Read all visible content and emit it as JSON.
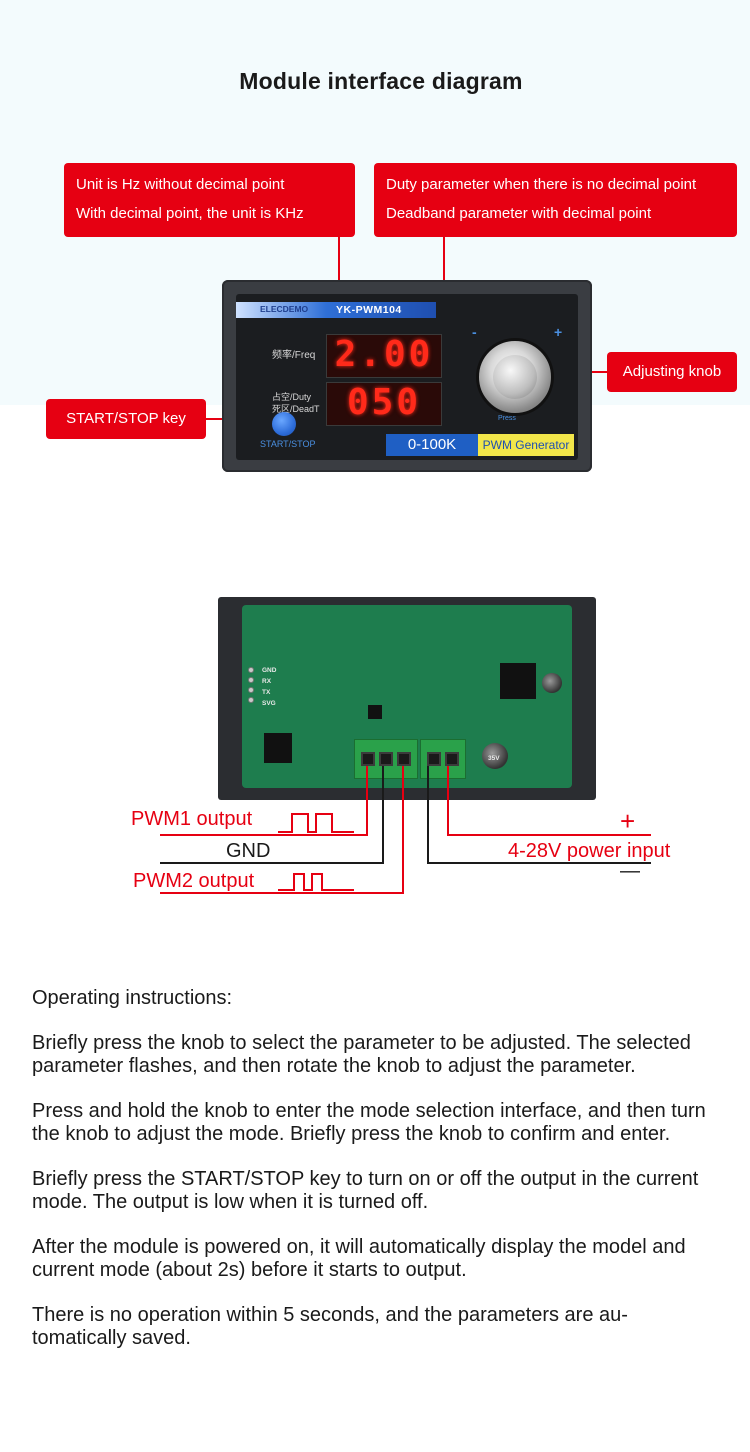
{
  "heading": "Module interface diagram",
  "callouts": {
    "freq_unit": [
      "Unit is Hz without decimal point",
      "With decimal point, the unit is KHz"
    ],
    "duty_param": [
      "Duty parameter when there is no decimal point",
      "Deadband parameter with decimal point"
    ],
    "knob": "Adjusting knob",
    "start_stop": "START/STOP key"
  },
  "module": {
    "brand": "ELECDEMO",
    "model": "YK-PWM104",
    "freq_label": "频率/Freq",
    "duty_label_1": "占空/Duty",
    "duty_label_2": "死区/DeadT",
    "freq_display": "2.00",
    "duty_display": "050",
    "knob_minus": "-",
    "knob_plus": "+",
    "press_label": "Press",
    "start_label": "START/STOP",
    "range": "0-100K",
    "product": "PWM Generator"
  },
  "pcb": {
    "silk_labels": [
      "GND",
      "RX",
      "TX",
      "SVG"
    ],
    "cap_label": "35V"
  },
  "wiring": {
    "pwm1": "PWM1 output",
    "gnd": "GND",
    "pwm2": "PWM2 output",
    "power": "4-28V power input",
    "plus": "+",
    "minus": "—"
  },
  "instructions": {
    "title": "Operating instructions:",
    "p1": "Briefly press the knob to select the parameter to be adjusted. The selected parameter flashes, and then rotate the knob to adjust the parameter.",
    "p2": "Press and hold the knob to enter the mode selection interface, and then turn the knob to adjust the mode. Briefly press the knob to confirm and enter.",
    "p3": "Briefly press the START/STOP key to turn on or off the output in the current mode. The output is low when it is turned off.",
    "p4": "After the module is powered on, it will automatically display the model and current mode (about 2s) before it starts to output.",
    "p5": "There is no operation within 5 seconds, and the parameters are au-tomatically saved."
  },
  "colors": {
    "accent_red": "#e60012",
    "display_red": "#ff2a1a",
    "pcb_green": "#1e7d4e",
    "brand_blue": "#1f5fc4"
  }
}
